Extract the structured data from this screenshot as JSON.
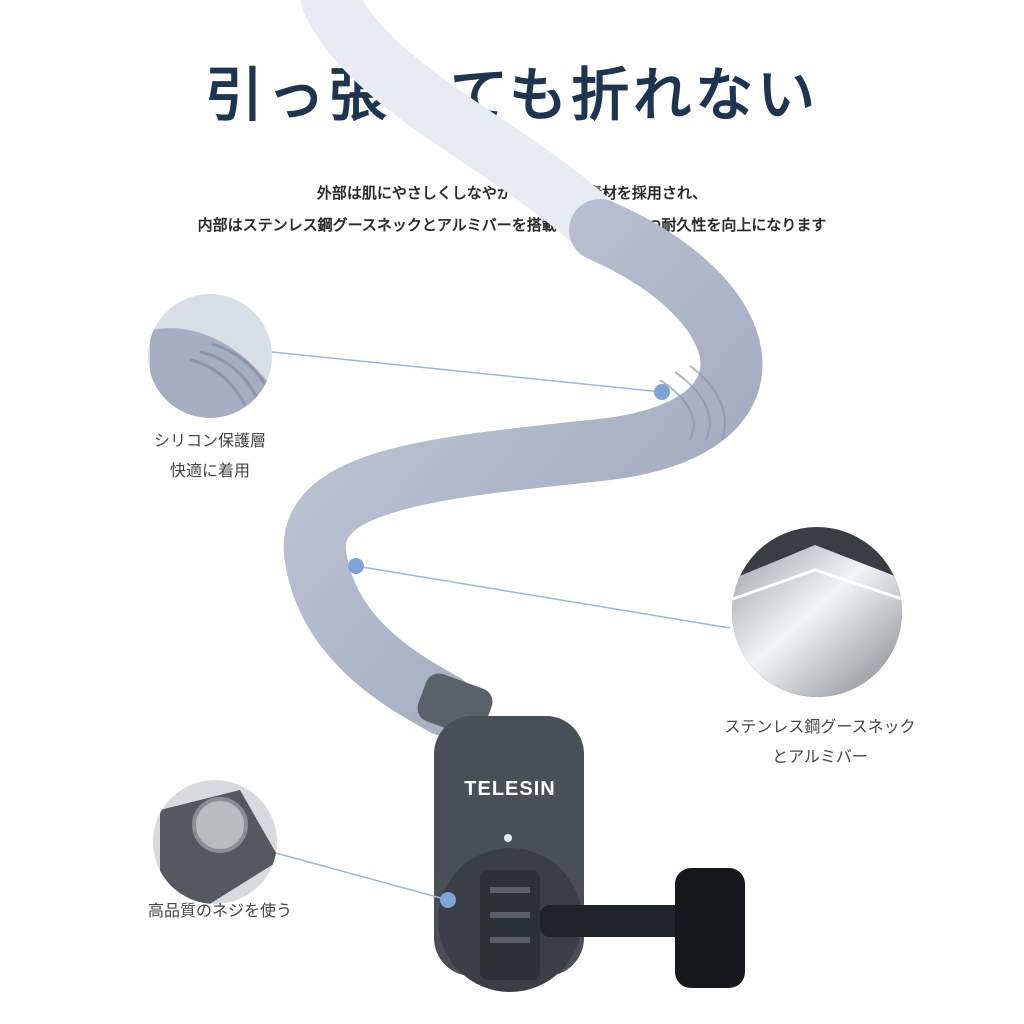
{
  "headline": "引っ張っても折れない",
  "description": {
    "line1": "外部は肌にやさしくしなやかなシリコン素材を採用され、",
    "line2": "内部はステンレス鋼グースネックとアルミバーを搭載されて軽量かつ耐久性を向上になります"
  },
  "callouts": [
    {
      "line1": "シリコン保護層",
      "line2": "快適に着用"
    },
    {
      "line1": "ステンレス鋼グースネック",
      "line2": "とアルミバー"
    },
    {
      "line1": "高品質のネジを使う",
      "line2": ""
    }
  ],
  "product": {
    "brand": "TELESIN"
  },
  "colors": {
    "headline": "#1d3550",
    "silicone": "#a7b0c4",
    "mount": "#4a4f57",
    "accent_dot": "#7ea3d6"
  }
}
